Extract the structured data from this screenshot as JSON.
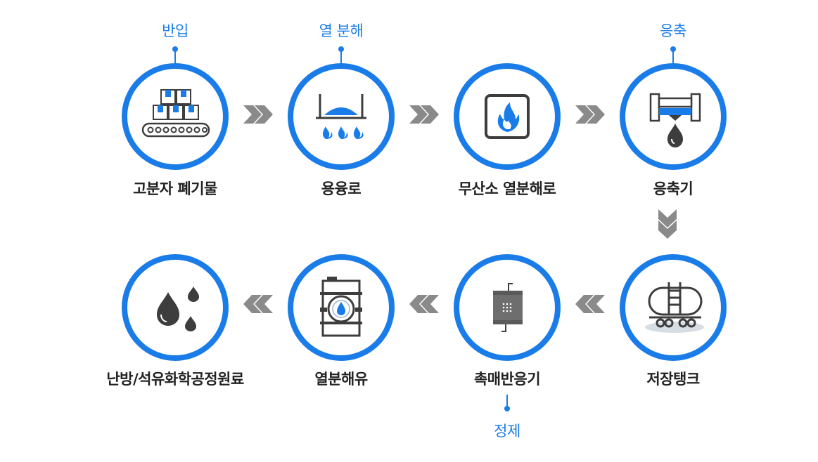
{
  "nodes": [
    {
      "label": "고분자 폐기물",
      "icon": "conveyor-boxes-icon"
    },
    {
      "label": "용융로",
      "icon": "melting-furnace-icon"
    },
    {
      "label": "무산소 열분해로",
      "icon": "flame-reactor-icon"
    },
    {
      "label": "응축기",
      "icon": "condenser-icon"
    },
    {
      "label": "저장탱크",
      "icon": "tank-wagon-icon"
    },
    {
      "label": "촉매반응기",
      "icon": "catalytic-reactor-icon"
    },
    {
      "label": "열분해유",
      "icon": "oil-drum-icon"
    },
    {
      "label": "난방/석유화학공정원료",
      "icon": "oil-drops-icon"
    }
  ],
  "steps": {
    "intake": "반입",
    "pyrolysis": "열 분해",
    "condense": "응축",
    "refine": "정제"
  },
  "colors": {
    "accent": "#1a7ce8",
    "icon_dark": "#3d3d3d",
    "arrow": "#8a8a8a"
  }
}
